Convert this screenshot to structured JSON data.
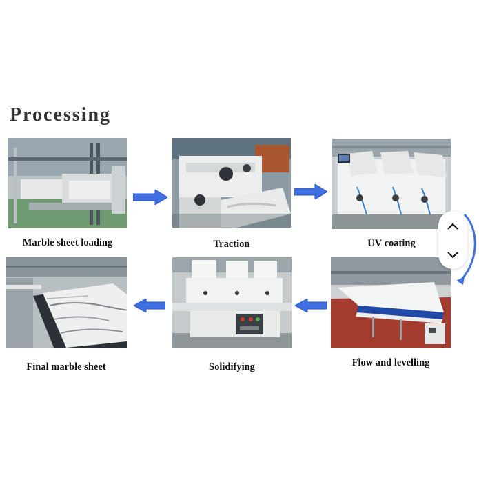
{
  "page": {
    "title": "Processing"
  },
  "steps": [
    {
      "label": "Marble sheet loading",
      "photo": "marble-loading-machine"
    },
    {
      "label": "Traction",
      "photo": "traction-machine"
    },
    {
      "label": "UV coating",
      "photo": "uv-coating-machine"
    },
    {
      "label": "Flow and levelling",
      "photo": "flow-levelling-line"
    },
    {
      "label": "Solidifying",
      "photo": "solidifying-machine"
    },
    {
      "label": "Final marble sheet",
      "photo": "final-marble-sheet-line"
    }
  ],
  "colors": {
    "arrow": "#3f6fe0",
    "arrow_dark": "#2a55c8",
    "title": "#333333",
    "caption": "#111111"
  },
  "scroller": {
    "up_icon": "chevron-up-icon",
    "down_icon": "chevron-down-icon"
  }
}
